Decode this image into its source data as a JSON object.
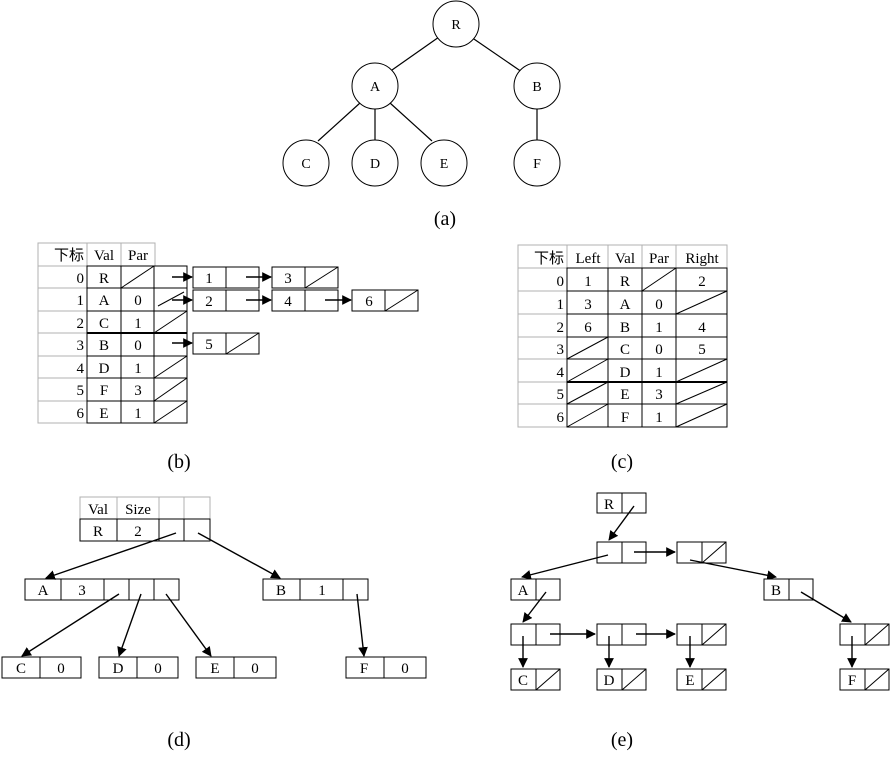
{
  "panel_a": {
    "caption": "(a)",
    "nodes": [
      "R",
      "A",
      "B",
      "C",
      "D",
      "E",
      "F"
    ]
  },
  "panel_b": {
    "caption": "(b)",
    "headers": [
      "下标",
      "Val",
      "Par"
    ],
    "rows": [
      {
        "idx": "0",
        "val": "R",
        "par": null
      },
      {
        "idx": "1",
        "val": "A",
        "par": "0"
      },
      {
        "idx": "2",
        "val": "C",
        "par": "1"
      },
      {
        "idx": "3",
        "val": "B",
        "par": "0"
      },
      {
        "idx": "4",
        "val": "D",
        "par": "1"
      },
      {
        "idx": "5",
        "val": "F",
        "par": "3"
      },
      {
        "idx": "6",
        "val": "E",
        "par": "1"
      }
    ],
    "child_lists": [
      {
        "row": 0,
        "children": [
          "1",
          "3"
        ]
      },
      {
        "row": 1,
        "children": [
          "2",
          "4",
          "6"
        ]
      },
      {
        "row": 3,
        "children": [
          "5"
        ]
      }
    ]
  },
  "panel_c": {
    "caption": "(c)",
    "headers": [
      "下标",
      "Left",
      "Val",
      "Par",
      "Right"
    ],
    "rows": [
      {
        "idx": "0",
        "left": "1",
        "val": "R",
        "par": null,
        "right": "2"
      },
      {
        "idx": "1",
        "left": "3",
        "val": "A",
        "par": "0",
        "right": null
      },
      {
        "idx": "2",
        "left": "6",
        "val": "B",
        "par": "1",
        "right": "4"
      },
      {
        "idx": "3",
        "left": null,
        "val": "C",
        "par": "0",
        "right": "5"
      },
      {
        "idx": "4",
        "left": null,
        "val": "D",
        "par": "1",
        "right": null
      },
      {
        "idx": "5",
        "left": null,
        "val": "E",
        "par": "3",
        "right": null
      },
      {
        "idx": "6",
        "left": null,
        "val": "F",
        "par": "1",
        "right": null
      }
    ]
  },
  "panel_d": {
    "caption": "(d)",
    "headers": [
      "Val",
      "Size"
    ],
    "root": {
      "val": "R",
      "size": "2"
    },
    "level1": [
      {
        "val": "A",
        "size": "3"
      },
      {
        "val": "B",
        "size": "1"
      }
    ],
    "leaves": [
      {
        "val": "C",
        "size": "0"
      },
      {
        "val": "D",
        "size": "0"
      },
      {
        "val": "E",
        "size": "0"
      },
      {
        "val": "F",
        "size": "0"
      }
    ]
  },
  "panel_e": {
    "caption": "(e)",
    "nodes": [
      "R",
      "A",
      "B",
      "C",
      "D",
      "E",
      "F"
    ]
  }
}
